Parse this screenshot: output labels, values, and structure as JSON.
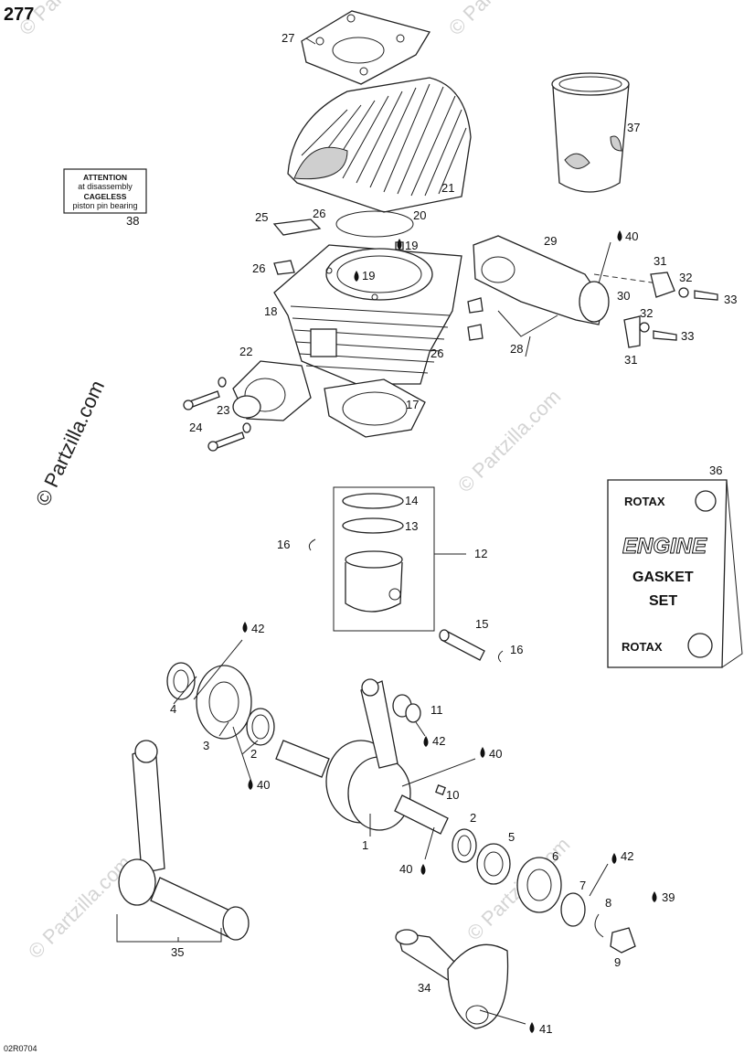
{
  "page": {
    "number": "277",
    "code": "02R0704"
  },
  "watermark": {
    "main": "© Partzilla.com",
    "faint": "© Partzilla.com"
  },
  "attention_sticker": {
    "lines": [
      "ATTENTION",
      "at disassembly",
      "CAGELESS",
      "piston pin bearing"
    ],
    "callout": "38"
  },
  "gasket_set": {
    "brand_top": "ROTAX",
    "title": "ENGINE",
    "line1": "GASKET",
    "line2": "SET",
    "brand_bottom": "ROTAX",
    "callout": "36"
  },
  "callouts": {
    "c27": "27",
    "c37": "37",
    "c21": "21",
    "c25": "25",
    "c26a": "26",
    "c20": "20",
    "c19a": "19",
    "c29": "29",
    "c40a": "40",
    "c26b": "26",
    "c19b": "19",
    "c31a": "31",
    "c32a": "32",
    "c33a": "33",
    "c30": "30",
    "c18": "18",
    "c32b": "32",
    "c33b": "33",
    "c28": "28",
    "c22": "22",
    "c26c": "26",
    "c31b": "31",
    "c23": "23",
    "c17": "17",
    "c24": "24",
    "c14": "14",
    "c13": "13",
    "c16a": "16",
    "c12": "12",
    "c15": "15",
    "c16b": "16",
    "c42a": "42",
    "c4": "4",
    "c11": "11",
    "c42b": "42",
    "c3": "3",
    "c2a": "2",
    "c40b": "40",
    "c40c": "40",
    "c10": "10",
    "c2b": "2",
    "c5": "5",
    "c1": "1",
    "c6": "6",
    "c42c": "42",
    "c40d": "40",
    "c7": "7",
    "c39": "39",
    "c8": "8",
    "c35": "35",
    "c9": "9",
    "c34": "34",
    "c41": "41"
  }
}
